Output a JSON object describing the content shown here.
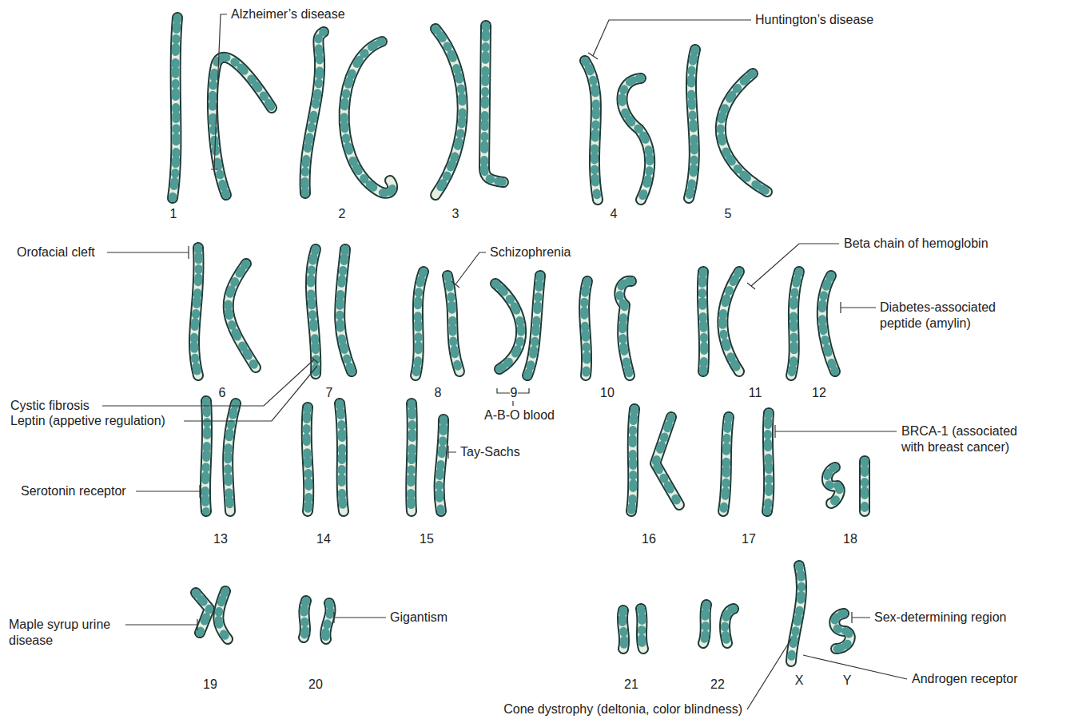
{
  "diagram": {
    "labels": [
      "Alzheimer’s disease",
      "Huntington’s disease",
      "1",
      "2",
      "3",
      "4",
      "5",
      "Orofacial cleft",
      "Schizophrenia",
      "Beta chain of hemoglobin",
      "Diabetes-associated peptide (amylin)",
      "6",
      "7",
      "8",
      "9",
      "10",
      "11",
      "12",
      "Cystic fibrosis",
      "Leptin (appetive regulation)",
      "A-B-O blood",
      "Serotonin receptor",
      "Tay-Sachs",
      "BRCA-1 (associated with breast cancer)",
      "13",
      "14",
      "15",
      "16",
      "17",
      "18",
      "Maple syrup urine disease",
      "Gigantism",
      "Sex-determining region",
      "19",
      "20",
      "21",
      "22",
      "Androgen receptor",
      "X",
      "Y",
      "Cone dystrophy (deltonia, color blindness)"
    ]
  }
}
